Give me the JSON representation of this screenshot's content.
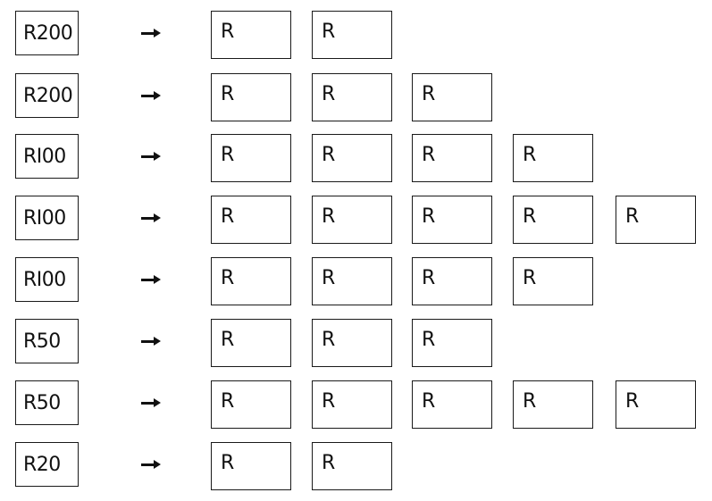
{
  "rows": [
    {
      "amount": "R200",
      "notes": [
        "R",
        "R"
      ]
    },
    {
      "amount": "R200",
      "notes": [
        "R",
        "R",
        "R"
      ]
    },
    {
      "amount": "RI00",
      "notes": [
        "R",
        "R",
        "R",
        "R"
      ]
    },
    {
      "amount": "RI00",
      "notes": [
        "R",
        "R",
        "R",
        "R",
        "R"
      ]
    },
    {
      "amount": "RI00",
      "notes": [
        "R",
        "R",
        "R",
        "R"
      ]
    },
    {
      "amount": "R50",
      "notes": [
        "R",
        "R",
        "R"
      ]
    },
    {
      "amount": "R50",
      "notes": [
        "R",
        "R",
        "R",
        "R",
        "R"
      ]
    },
    {
      "amount": "R20",
      "notes": [
        "R",
        "R"
      ]
    }
  ],
  "arrow_icon": "right-arrow-icon",
  "colors": {
    "line": "#1a1a1a",
    "background": "#ffffff"
  }
}
